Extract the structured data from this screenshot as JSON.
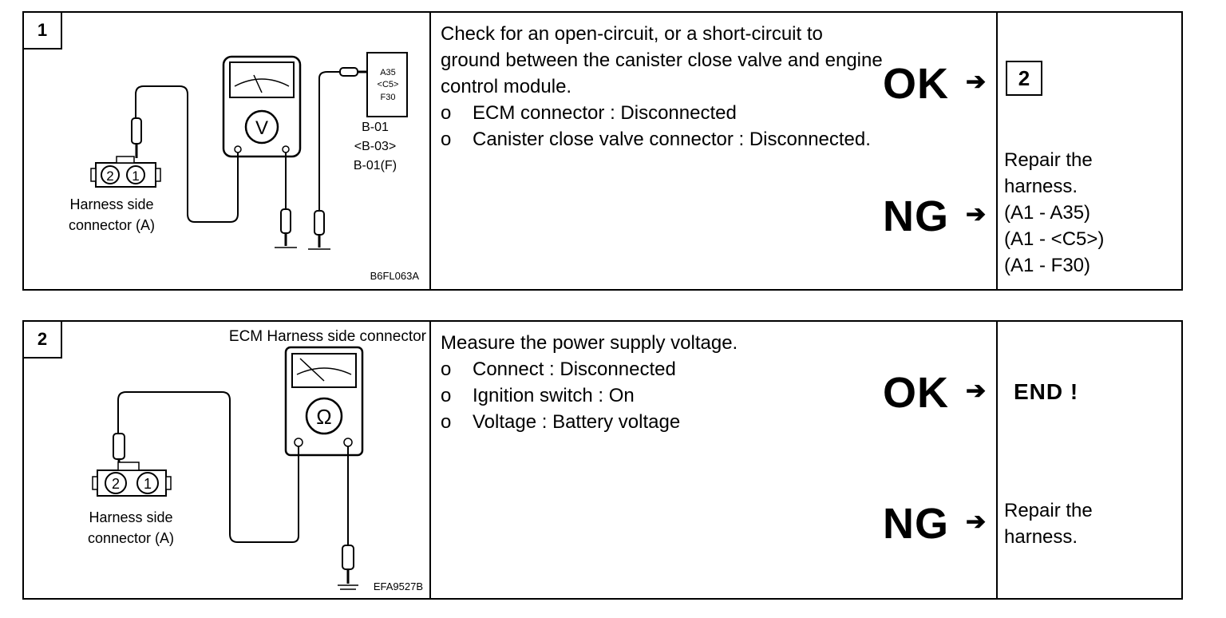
{
  "steps": [
    {
      "number": "1",
      "figure": {
        "meter_symbol": "V",
        "connector_labels": [
          "A35",
          "<C5>",
          "F30"
        ],
        "connector_ids": [
          "B-01",
          "<B-03>",
          "B-01(F)"
        ],
        "pins": [
          "2",
          "1"
        ],
        "harness_label": [
          "Harness side",
          "connector (A)"
        ],
        "code": "B6FL063A"
      },
      "instruction": {
        "heading": "Check for an open-circuit, or a short-circuit to ground between the canister close valve and engine control module.",
        "bullet_mark": "o",
        "bullets": [
          "ECM connector : Disconnected",
          "Canister close valve connector : Disconnected."
        ]
      },
      "ok": {
        "label": "OK",
        "arrow": "➔",
        "result": "2"
      },
      "ng": {
        "label": "NG",
        "arrow": "➔",
        "result": "Repair the\nharness.\n(A1 - A35)\n(A1 - <C5>)\n(A1 - F30)"
      }
    },
    {
      "number": "2",
      "figure": {
        "title": "ECM Harness side connector",
        "meter_symbol": "Ω",
        "pins": [
          "2",
          "1"
        ],
        "harness_label": [
          "Harness side",
          "connector (A)"
        ],
        "code": "EFA9527B"
      },
      "instruction": {
        "heading": "Measure the power supply voltage.",
        "bullet_mark": "o",
        "bullets": [
          "Connect : Disconnected",
          "Ignition switch : On",
          "Voltage : Battery voltage"
        ]
      },
      "ok": {
        "label": "OK",
        "arrow": "➔",
        "result": "END !"
      },
      "ng": {
        "label": "NG",
        "arrow": "➔",
        "result": "Repair the\nharness."
      }
    }
  ]
}
